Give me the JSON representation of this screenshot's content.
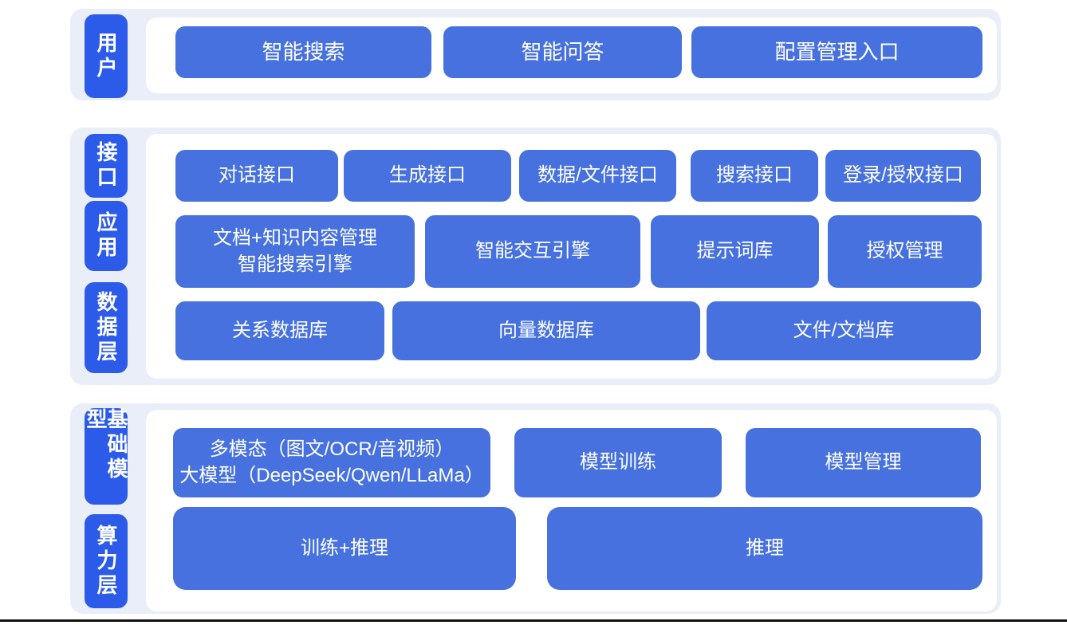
{
  "colors": {
    "page_bg": "#ffffff",
    "section_bg": "#e9eef8",
    "panel_bg": "#ffffff",
    "layer_label_blue": "#2b5be8",
    "box_blue": "#4671de",
    "box_text": "#ffffff",
    "bottom_rule": "#111111"
  },
  "user_layer": {
    "label": "用户",
    "smart_search": "智能搜索",
    "smart_qa": "智能问答",
    "config_entry": "配置管理入口"
  },
  "middle_layer": {
    "labels": {
      "api": "接口",
      "app": "应用",
      "data": "数据层"
    },
    "api_row": {
      "dialog": "对话接口",
      "generation": "生成接口",
      "data_file": "数据/文件接口",
      "search": "搜索接口",
      "login_auth": "登录/授权接口"
    },
    "app_row": {
      "doc_knowledge_line1": "文档+知识内容管理",
      "doc_knowledge_line2": "智能搜索引擎",
      "interaction_engine": "智能交互引擎",
      "prompt_library": "提示词库",
      "auth_management": "授权管理"
    },
    "data_row": {
      "relational_db": "关系数据库",
      "vector_db": "向量数据库",
      "file_doc_store": "文件/文档库"
    }
  },
  "foundation_layer": {
    "labels": {
      "foundation_model": "基础模型",
      "compute": "算力层"
    },
    "model_row": {
      "multimodal_line1": "多模态（图文/OCR/音视频）",
      "multimodal_line2": "大模型（DeepSeek/Qwen/LLaMa）",
      "model_training": "模型训练",
      "model_management": "模型管理"
    },
    "compute_row": {
      "training_inference": "训练+推理",
      "inference": "推理"
    }
  }
}
